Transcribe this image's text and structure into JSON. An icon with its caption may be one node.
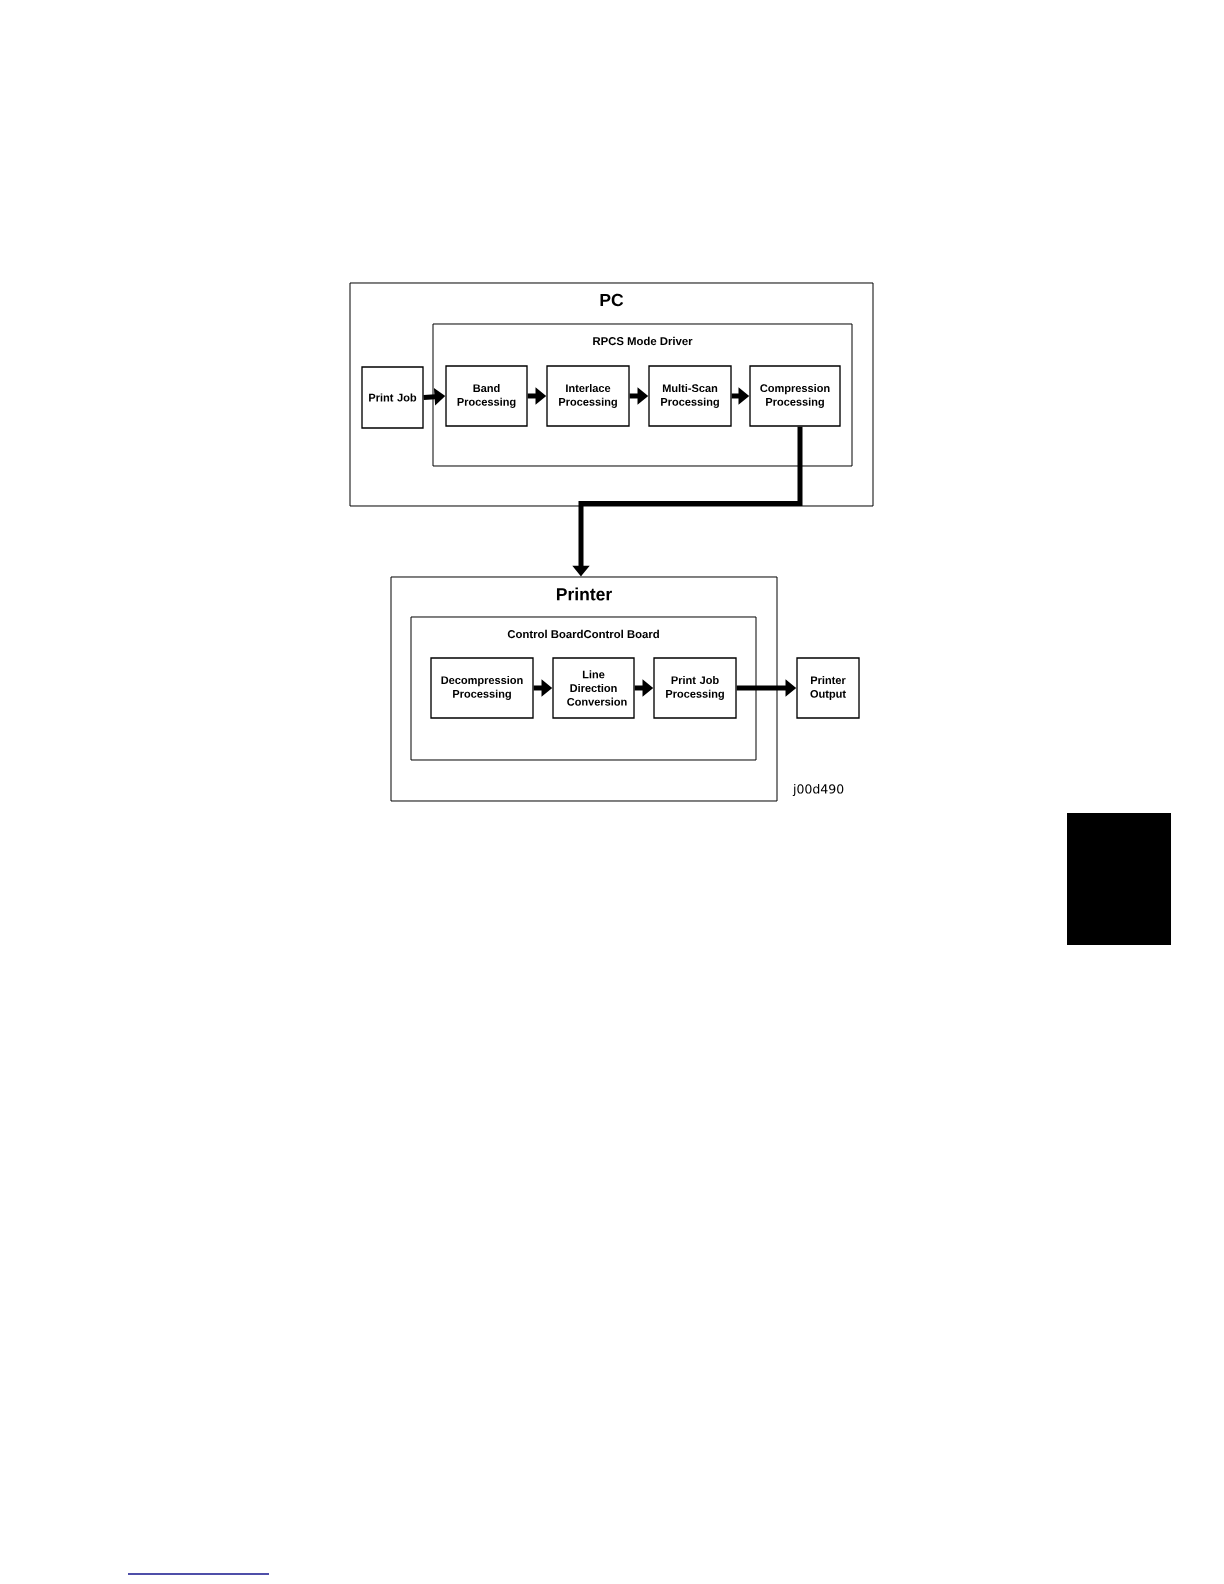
{
  "diagram": {
    "nodes": [
      {
        "text": [
          "PC"
        ]
      },
      {
        "text": [
          "RPCS Mode Driver"
        ],
        "in": 0
      },
      {
        "text": [
          "Print Job"
        ],
        "in": 0
      },
      {
        "text": [
          "Band Processing"
        ],
        "in": 1
      },
      {
        "text": [
          "Interlace Processing"
        ],
        "in": 1
      },
      {
        "text": [
          "Multi-Scan Processing"
        ],
        "in": 1
      },
      {
        "text": [
          "Compression Processing"
        ],
        "in": 1
      },
      {
        "text": [
          "Printer"
        ]
      },
      {
        "text": [
          "Control BoardControl Board"
        ],
        "in": 7
      },
      {
        "text": [
          "Decompression Processing"
        ],
        "in": 8
      },
      {
        "text": [
          "Line Direction Conversion"
        ],
        "in": 8
      },
      {
        "text": [
          "Print Job Processing"
        ],
        "in": 8
      },
      {
        "text": [
          "Printer Output"
        ]
      }
    ],
    "edges": [
      {
        "from": 2,
        "to": 3,
        "arrow": "to"
      },
      {
        "from": 3,
        "to": 4,
        "arrow": "to"
      },
      {
        "from": 4,
        "to": 5,
        "arrow": "to"
      },
      {
        "from": 5,
        "to": 6,
        "arrow": "to"
      },
      {
        "from": 6,
        "to": 7,
        "arrow": "to"
      },
      {
        "from": 9,
        "to": 10,
        "arrow": "to"
      },
      {
        "from": 10,
        "to": 11,
        "arrow": "to"
      },
      {
        "from": 11,
        "to": 12,
        "arrow": "to"
      }
    ],
    "labels": [
      "j00d490"
    ]
  }
}
